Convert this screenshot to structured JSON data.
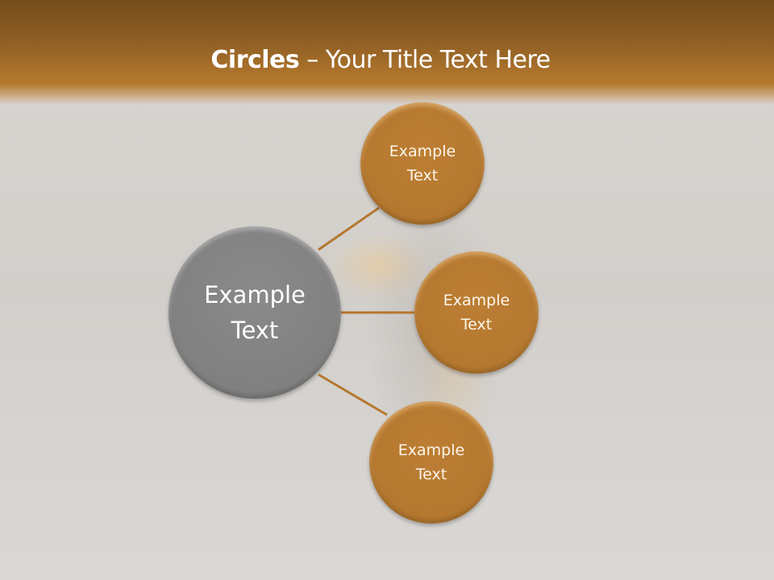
{
  "slide": {
    "title_bold": "Circles",
    "title_rest": " – Your Title Text Here"
  },
  "diagram": {
    "center": {
      "line1": "Example",
      "line2": "Text"
    },
    "nodes": [
      {
        "line1": "Example",
        "line2": "Text"
      },
      {
        "line1": "Example",
        "line2": "Text"
      },
      {
        "line1": "Example",
        "line2": "Text"
      }
    ]
  },
  "colors": {
    "header_top": "#744c1b",
    "header_bottom": "#b5792e",
    "center_circle": "#808080",
    "node_circle": "#b5782f",
    "connector": "#b5782f",
    "background": "#d6d3cf"
  }
}
